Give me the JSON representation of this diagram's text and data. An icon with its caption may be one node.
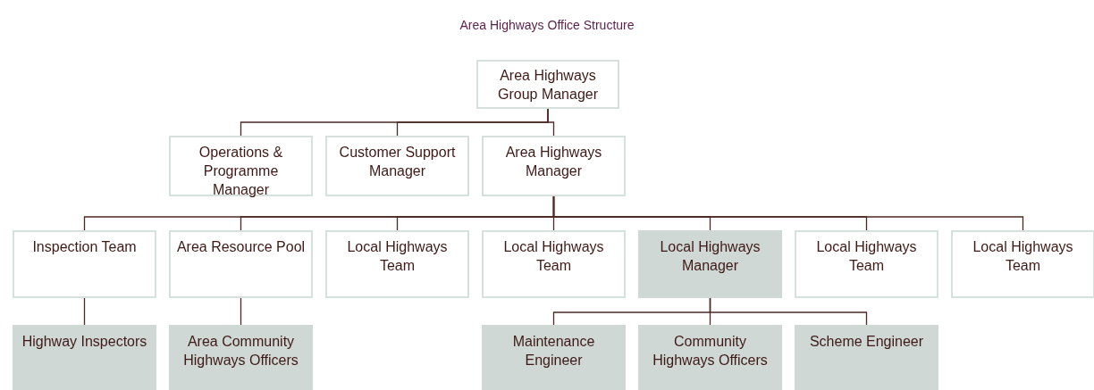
{
  "diagram": {
    "title": "Area Highways Office Structure",
    "nodes": [
      {
        "text": [
          "Area Highways Group Manager"
        ]
      },
      {
        "text": [
          "Operations & Programme Manager"
        ]
      },
      {
        "text": [
          "Customer Support Manager"
        ]
      },
      {
        "text": [
          "Area Highways Manager"
        ]
      },
      {
        "text": [
          "Inspection Team"
        ]
      },
      {
        "text": [
          "Area Resource Pool"
        ]
      },
      {
        "text": [
          "Local Highways Team"
        ]
      },
      {
        "text": [
          "Local Highways Team"
        ]
      },
      {
        "text": [
          "Local Highways Manager"
        ]
      },
      {
        "text": [
          "Local Highways Team"
        ]
      },
      {
        "text": [
          "Local Highways Team"
        ]
      },
      {
        "text": [
          "Highway Inspectors"
        ]
      },
      {
        "text": [
          "Area Community Highways Officers"
        ]
      },
      {
        "text": [
          "Maintenance Engineer"
        ]
      },
      {
        "text": [
          "Community Highways Officers"
        ]
      },
      {
        "text": [
          "Scheme Engineer"
        ]
      }
    ],
    "edges": [
      {
        "from": 0,
        "to": 1,
        "arrow": "none"
      },
      {
        "from": 0,
        "to": 2,
        "arrow": "none"
      },
      {
        "from": 0,
        "to": 3,
        "arrow": "none"
      },
      {
        "from": 3,
        "to": 4,
        "arrow": "none"
      },
      {
        "from": 3,
        "to": 5,
        "arrow": "none"
      },
      {
        "from": 3,
        "to": 6,
        "arrow": "none"
      },
      {
        "from": 3,
        "to": 7,
        "arrow": "none"
      },
      {
        "from": 3,
        "to": 8,
        "arrow": "none"
      },
      {
        "from": 3,
        "to": 9,
        "arrow": "none"
      },
      {
        "from": 3,
        "to": 10,
        "arrow": "none"
      },
      {
        "from": 4,
        "to": 11,
        "arrow": "none"
      },
      {
        "from": 5,
        "to": 12,
        "arrow": "none"
      },
      {
        "from": 8,
        "to": 13,
        "arrow": "none"
      },
      {
        "from": 8,
        "to": 14,
        "arrow": "none"
      },
      {
        "from": 8,
        "to": 15,
        "arrow": "none"
      }
    ]
  }
}
